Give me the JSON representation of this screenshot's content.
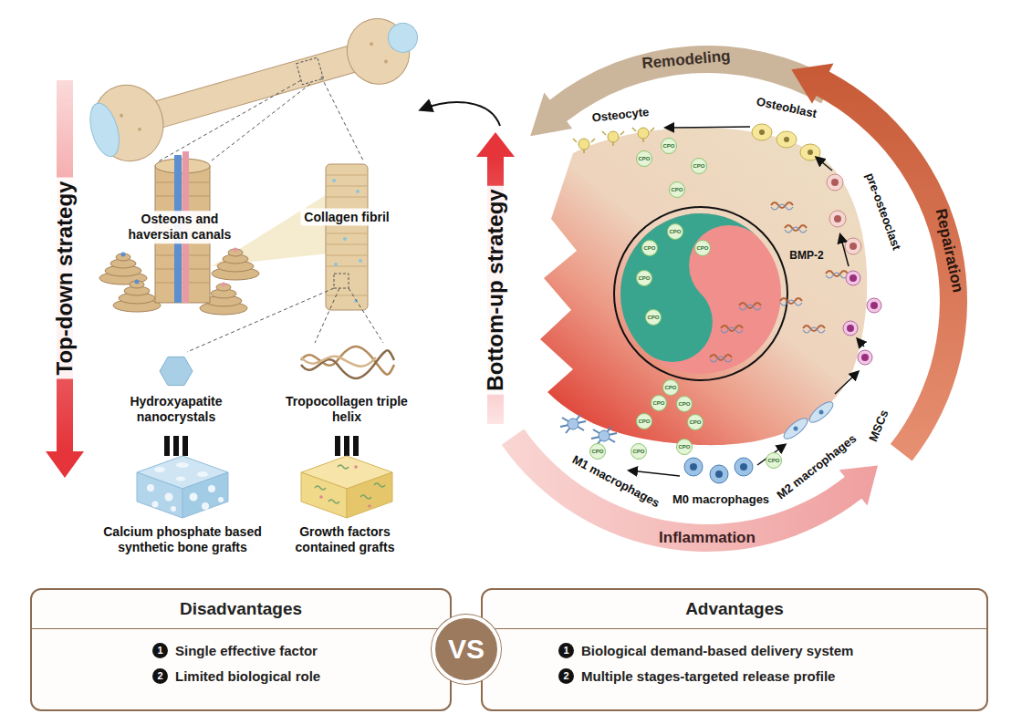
{
  "diagram": {
    "nodes": [
      {
        "text": [
          "Disadvantages",
          "Single effective factor",
          "Limited biological role"
        ]
      },
      {
        "text": [
          "VS"
        ]
      },
      {
        "text": [
          "Advantages",
          "Biological demand-based delivery system",
          "Multiple stages-targeted release profile"
        ]
      }
    ],
    "labels": [
      "Top-down strategy",
      "Osteons and haversian canals",
      "Collagen fibril",
      "Hydroxyapatite nanocrystals",
      "Tropocollagen triple helix",
      "Calcium phosphate based synthetic bone grafts",
      "Growth factors contained grafts",
      "Bottom-up strategy",
      "Remodeling",
      "Osteocyte",
      "Osteoblast",
      "pre-osteoclast",
      "Repairation",
      "BMP-2",
      "MSCs",
      "M2 macrophages",
      "M0 macrophages",
      "M1 macrophages",
      "Inflammation",
      "CPO",
      "CPO",
      "CPO",
      "CPO",
      "CPO",
      "CPO",
      "CPO",
      "CPO",
      "CPO",
      "CPO",
      "CPO",
      "CPO",
      "CPO",
      "CPO",
      "CPO",
      "CPO",
      "CPO",
      "CPO",
      "1",
      "2",
      "1",
      "2"
    ]
  }
}
